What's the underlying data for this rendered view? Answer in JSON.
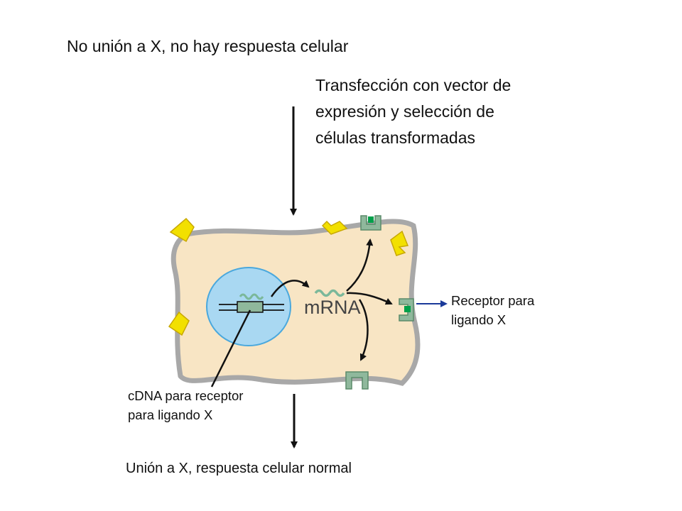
{
  "title": "No unión a X, no hay respuesta celular",
  "step": {
    "lines": [
      "Transfección con vector de",
      "expresión y selección de",
      "células transformadas"
    ]
  },
  "labels": {
    "mrna": "mRNA",
    "receptor": [
      "Receptor para",
      "ligando X"
    ],
    "cdna": [
      "cDNA para receptor",
      "para ligando X"
    ]
  },
  "result": "Unión a X, respuesta celular normal",
  "colors": {
    "cell_fill": "#f8e5c4",
    "cell_border": "#a8a8a8",
    "nucleus_fill": "#a9d8f2",
    "nucleus_border": "#4aa8dd",
    "native_receptor": "#f2e000",
    "expressed_receptor": "#8fb89c",
    "ligand": "#00a04a",
    "mrna_wave": "#7bb89a",
    "pointer_line": "#1a3a9a"
  }
}
